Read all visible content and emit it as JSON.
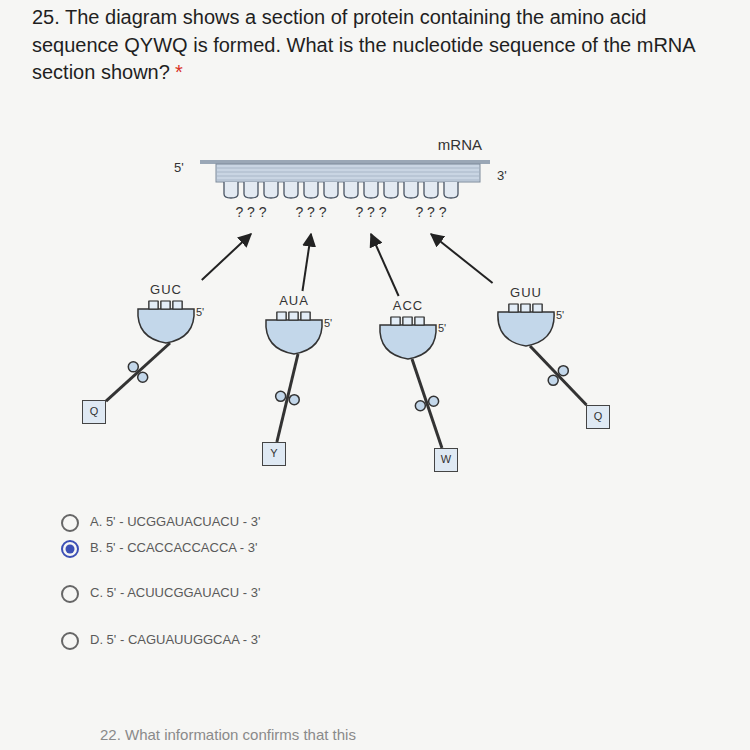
{
  "diagram": {
    "title": "25. The diagram shows a section of protein containing the amino acid sequence QYWQ is formed. What is the nucleotide sequence of the mRNA section shown?",
    "nodes": [
      {
        "text": [
          "mRNA",
          "? ? ?",
          "? ? ?",
          "? ? ?",
          "? ? ?"
        ]
      },
      {
        "text": [
          "GUC",
          "5'"
        ]
      },
      {
        "text": [
          "Q"
        ]
      },
      {
        "text": [
          "AUA",
          "5'"
        ]
      },
      {
        "text": [
          "Y"
        ]
      },
      {
        "text": [
          "ACC",
          "5'"
        ]
      },
      {
        "text": [
          "W"
        ]
      },
      {
        "text": [
          "GUU",
          "5'"
        ]
      },
      {
        "text": [
          "Q"
        ]
      }
    ],
    "edges": [
      {
        "from": 1,
        "to": 0,
        "arrow": "to"
      },
      {
        "from": 3,
        "to": 0,
        "arrow": "to"
      },
      {
        "from": 5,
        "to": 0,
        "arrow": "to"
      },
      {
        "from": 7,
        "to": 0,
        "arrow": "to"
      },
      {
        "from": 1,
        "to": 2,
        "arrow": "none"
      },
      {
        "from": 3,
        "to": 4,
        "arrow": "none"
      },
      {
        "from": 5,
        "to": 6,
        "arrow": "none"
      },
      {
        "from": 7,
        "to": 8,
        "arrow": "none"
      }
    ],
    "labels": [
      "*",
      "5'",
      "3'",
      "A. 5' - UCGGAUACUACU - 3'",
      "B. 5' - CCACCACCACCA - 3'",
      "C. 5' - ACUUCGGAUACU - 3'",
      "D. 5' - CAGUAUUGGCAA - 3'",
      "22. What information confirms that this"
    ]
  }
}
